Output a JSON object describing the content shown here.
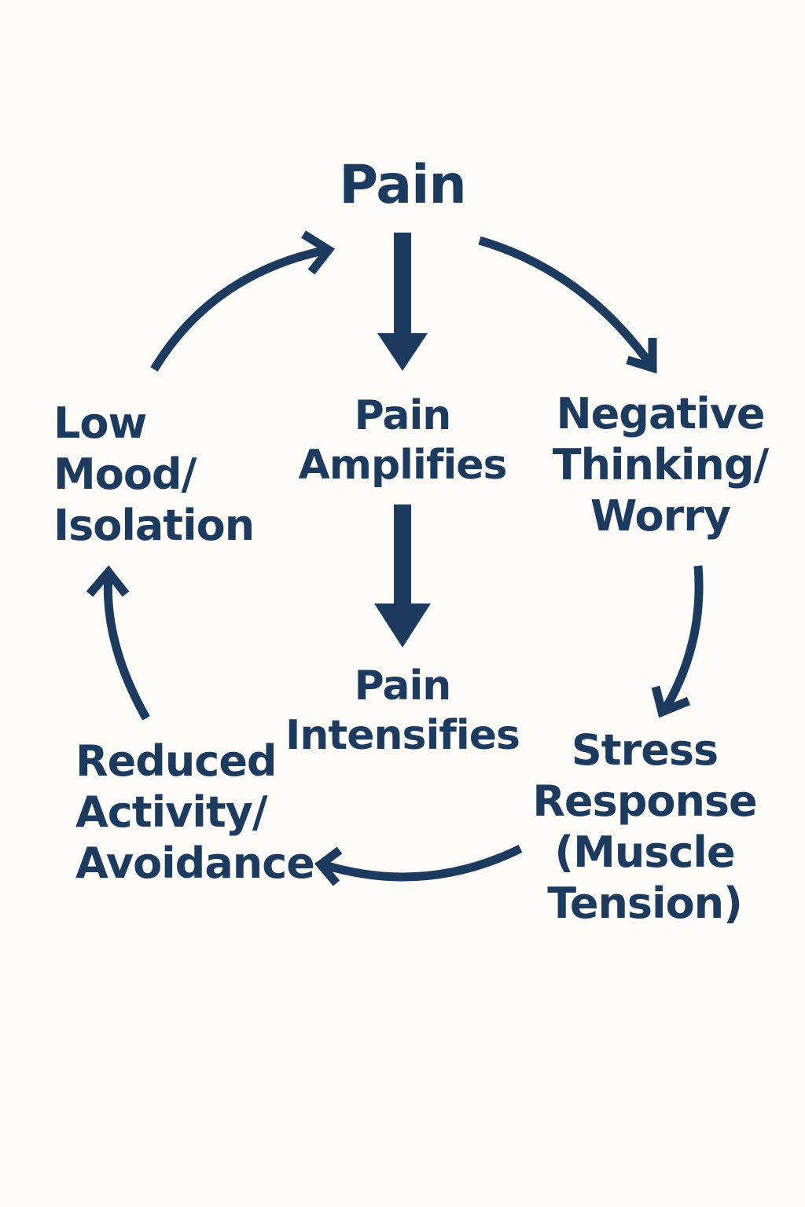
{
  "diagram": {
    "nodes": {
      "pain": {
        "lines": [
          "Pain"
        ]
      },
      "pain_amplifies": {
        "lines": [
          "Pain",
          "Amplifies"
        ]
      },
      "pain_intensifies": {
        "lines": [
          "Pain",
          "Intensifies"
        ]
      },
      "negative_thinking": {
        "lines": [
          "Negative",
          "Thinking/",
          "Worry"
        ]
      },
      "stress_response": {
        "lines": [
          "Stress",
          "Response",
          "(Muscle",
          "Tension)"
        ]
      },
      "reduced_activity": {
        "lines": [
          "Reduced",
          "Activity/",
          "Avoidance"
        ]
      },
      "low_mood": {
        "lines": [
          "Low",
          "Mood/",
          "Isolation"
        ]
      }
    },
    "edges": [
      {
        "from": "pain",
        "to": "pain_amplifies"
      },
      {
        "from": "pain_amplifies",
        "to": "pain_intensifies"
      },
      {
        "from": "pain",
        "to": "negative_thinking"
      },
      {
        "from": "negative_thinking",
        "to": "stress_response"
      },
      {
        "from": "stress_response",
        "to": "reduced_activity"
      },
      {
        "from": "reduced_activity",
        "to": "low_mood"
      },
      {
        "from": "low_mood",
        "to": "pain"
      }
    ],
    "colors": {
      "background": "#fdfbf7",
      "ink": "#1d3a5f"
    }
  }
}
